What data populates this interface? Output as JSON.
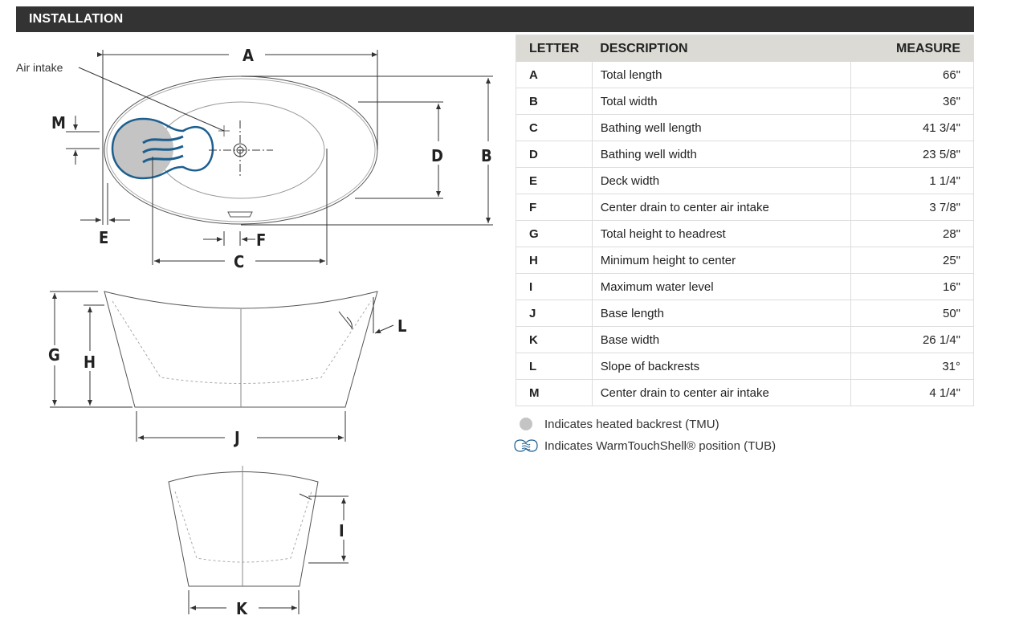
{
  "section_title": "INSTALLATION",
  "diagram": {
    "air_intake_label": "Air intake",
    "letters": {
      "A": "A",
      "B": "B",
      "C": "C",
      "D": "D",
      "E": "E",
      "F": "F",
      "G": "G",
      "H": "H",
      "I": "I",
      "J": "J",
      "K": "K",
      "L": "L",
      "M": "M"
    }
  },
  "table": {
    "headers": {
      "letter": "LETTER",
      "description": "DESCRIPTION",
      "measure": "MEASURE"
    },
    "rows": [
      {
        "letter": "A",
        "description": "Total length",
        "measure": "66\""
      },
      {
        "letter": "B",
        "description": "Total width",
        "measure": "36\""
      },
      {
        "letter": "C",
        "description": "Bathing well length",
        "measure": "41 3/4\""
      },
      {
        "letter": "D",
        "description": "Bathing well width",
        "measure": "23 5/8\""
      },
      {
        "letter": "E",
        "description": "Deck width",
        "measure": "1 1/4\""
      },
      {
        "letter": "F",
        "description": "Center drain to center air intake",
        "measure": "3 7/8\""
      },
      {
        "letter": "G",
        "description": "Total height to headrest",
        "measure": "28\""
      },
      {
        "letter": "H",
        "description": "Minimum height to center",
        "measure": "25\""
      },
      {
        "letter": "I",
        "description": "Maximum water level",
        "measure": "16\""
      },
      {
        "letter": "J",
        "description": "Base length",
        "measure": "50\""
      },
      {
        "letter": "K",
        "description": "Base width",
        "measure": "26 1/4\""
      },
      {
        "letter": "L",
        "description": "Slope of backrests",
        "measure": "31°"
      },
      {
        "letter": "M",
        "description": "Center drain to center air intake",
        "measure": "4 1/4\""
      }
    ]
  },
  "legend": [
    {
      "icon": "gray-dot-icon",
      "text": "Indicates heated backrest (TMU)",
      "color": "#c4c4c4"
    },
    {
      "icon": "warmtouch-shell-icon",
      "text": "Indicates WarmTouchShell® position (TUB)",
      "color": "#1c5f8f"
    }
  ]
}
